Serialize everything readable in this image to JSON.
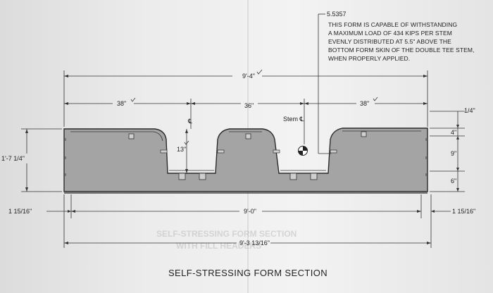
{
  "note": {
    "ref": "5.5357",
    "lines": [
      "THIS FORM IS CAPABLE OF WITHSTANDING",
      "A MAXIMUM LOAD OF 434 KIPS PER STEM",
      "EVENLY DISTRIBUTED AT 5.5\" ABOVE THE",
      "BOTTOM FORM SKIN OF THE DOUBLE TEE STEM,",
      "WHEN PROPERLY APPLIED."
    ]
  },
  "dims": {
    "overall_top": "9'-4\"",
    "left_flange": "38\"",
    "stem_spacing": "36\"",
    "right_flange": "38\"",
    "centerline": "℄",
    "stem_cl": "Stem ℄",
    "stem_depth": "13\"",
    "height": "1'-7 1/4\"",
    "right_top": "1/4\"",
    "right_a": "4\"",
    "right_b": "9\"",
    "right_c": "6\"",
    "bottom_left": "1 15/16\"",
    "bottom_mid": "9'-0\"",
    "bottom_right": "1 15/16\"",
    "bottom_overall": "9'-3 13/16\""
  },
  "ghost": {
    "line1": "SELF-STRESSING FORM SECTION",
    "line2": "WITH FILL HEADERS"
  },
  "title": "SELF-STRESSING FORM SECTION"
}
